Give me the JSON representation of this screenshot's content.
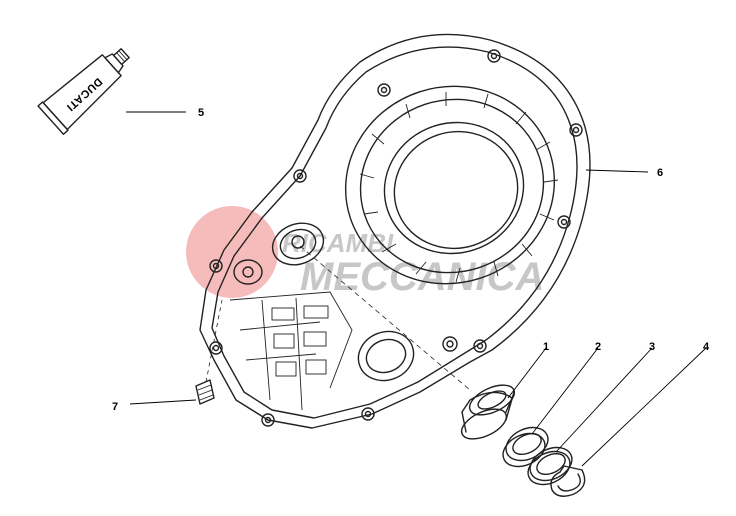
{
  "watermark": {
    "line1": "RICAMBI",
    "line2": "MECCANICA",
    "color_circle": "#e85a5a",
    "color_text": "#9a9a9a"
  },
  "sealant_tube": {
    "brand": "DUCATI",
    "icon": "sealant-tube-icon"
  },
  "callouts": [
    {
      "id": "1",
      "label": "1",
      "part": "bushing"
    },
    {
      "id": "2",
      "label": "2",
      "part": "o-ring"
    },
    {
      "id": "3",
      "label": "3",
      "part": "washer"
    },
    {
      "id": "4",
      "label": "4",
      "part": "circlip"
    },
    {
      "id": "5",
      "label": "5",
      "part": "sealant-tube"
    },
    {
      "id": "6",
      "label": "6",
      "part": "clutch-cover"
    },
    {
      "id": "7",
      "label": "7",
      "part": "dowel-pin"
    }
  ]
}
